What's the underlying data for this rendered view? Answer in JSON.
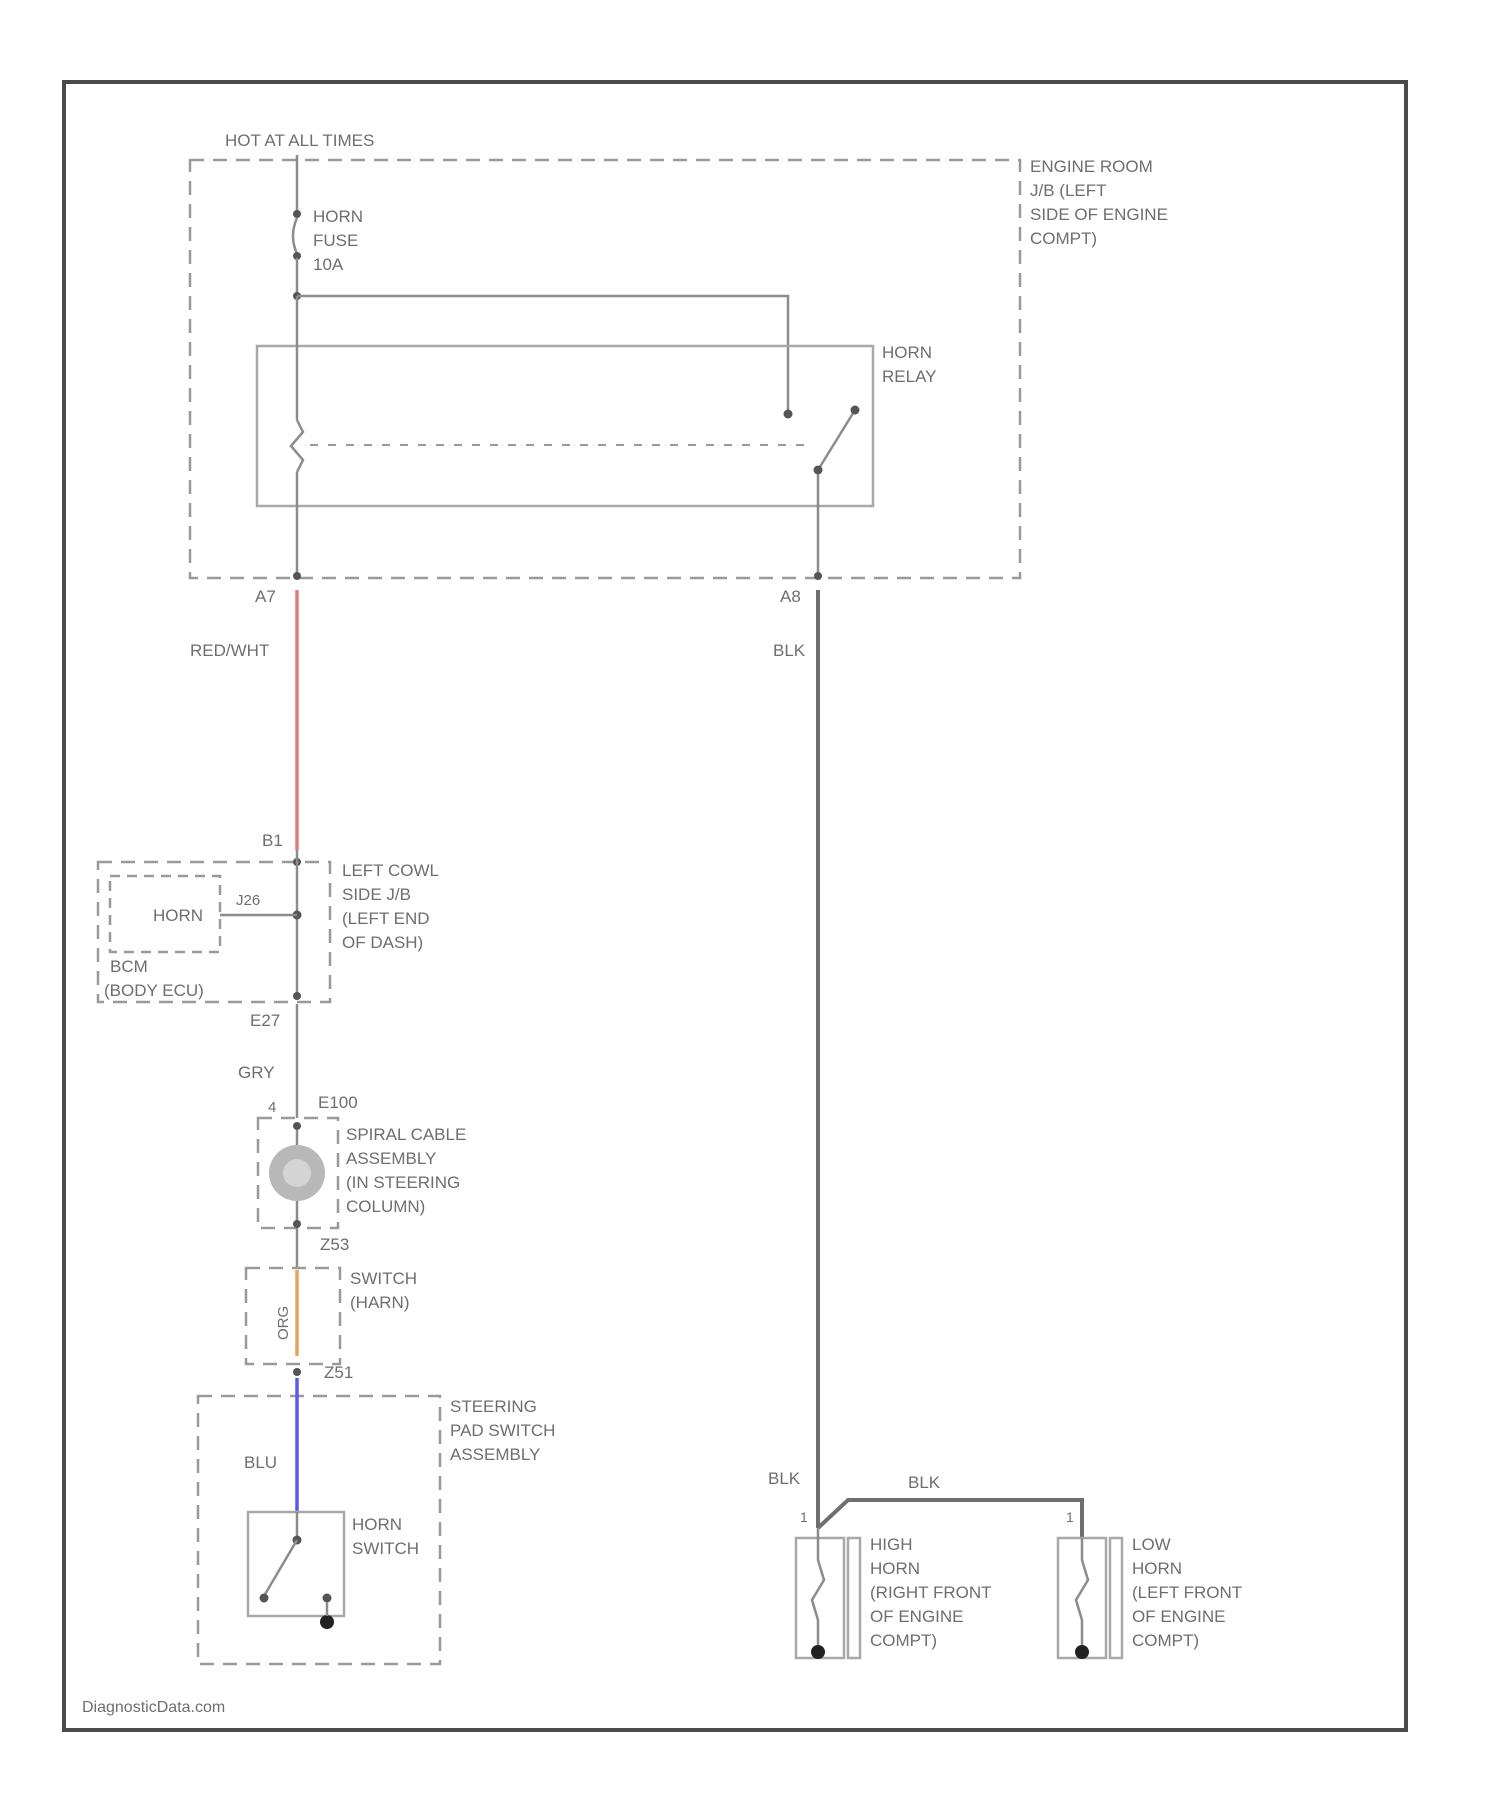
{
  "labels": {
    "hot_at_all_times": "HOT AT ALL TIMES",
    "engine_room_jb": [
      "ENGINE ROOM",
      "J/B (LEFT",
      "SIDE OF ENGINE",
      "COMPT)"
    ],
    "horn_fuse": [
      "HORN",
      "FUSE",
      "10A"
    ],
    "horn_relay": [
      "HORN",
      "RELAY"
    ],
    "pin_a7": "A7",
    "pin_a8": "A8",
    "wire_red_wht": "RED/WHT",
    "wire_blk_top": "BLK",
    "pin_b1": "B1",
    "left_cowl_jb": [
      "LEFT COWL",
      "SIDE J/B",
      "(LEFT END",
      "OF DASH)"
    ],
    "horn_module": "HORN",
    "pin_j26": "J26",
    "bcm": [
      "BCM",
      "(BODY ECU)"
    ],
    "pin_e27": "E27",
    "wire_gry": "GRY",
    "pin_4": "4",
    "pin_e100": "E100",
    "spiral_cable": [
      "SPIRAL CABLE",
      "ASSEMBLY",
      "(IN STEERING",
      "COLUMN)"
    ],
    "pin_z3": "Z53",
    "switch_harness": [
      "SWITCH",
      "(HARN)"
    ],
    "wire_org": "ORG",
    "pin_z1": "Z51",
    "steering_pad": [
      "STEERING",
      "PAD SWITCH",
      "ASSEMBLY"
    ],
    "wire_blu": "BLU",
    "horn_switch": [
      "HORN",
      "SWITCH"
    ],
    "wire_blk_lower": "BLK",
    "wire_blk_bridge": "BLK",
    "pin_1a": "1",
    "pin_1b": "1",
    "high_horn": [
      "HIGH",
      "HORN",
      "(RIGHT FRONT",
      "OF ENGINE",
      "COMPT)"
    ],
    "low_horn": [
      "LOW",
      "HORN",
      "(LEFT FRONT",
      "OF ENGINE",
      "COMPT)"
    ],
    "watermark": "DiagnosticData.com"
  },
  "colors": {
    "red_wht": "#e07a80",
    "org": "#e8a35a",
    "blu": "#5a5ae8",
    "blk": "#6f6f6f"
  }
}
